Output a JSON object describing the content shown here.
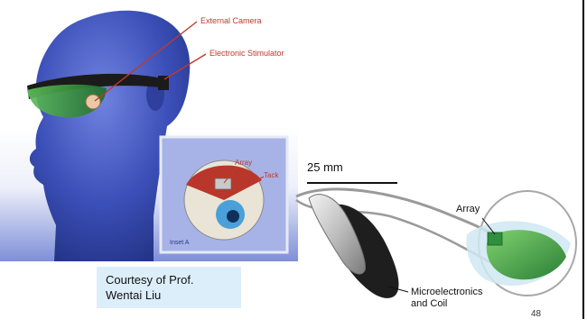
{
  "figure_left": {
    "labels": {
      "external_camera": "External Camera",
      "electronic_stimulator": "Electronic Stimulator",
      "array": "Array",
      "tack": "Tack",
      "inset": "Inset A"
    },
    "credit": {
      "line1": "Courtesy of Prof.",
      "line2": "Wentai Liu"
    }
  },
  "figure_right": {
    "scale": "25 mm",
    "labels": {
      "array": "Array",
      "microelectronics_line1": "Microelectronics",
      "microelectronics_line2": "and Coil"
    }
  },
  "page_number": "48",
  "colors": {
    "head_blue": "#3b4fb8",
    "background_gradient_top": "#ffffff",
    "background_gradient_bottom": "#7e8fd8",
    "goggle_green": "#2f8a3b",
    "label_red": "#c0392b",
    "credit_bg": "#ddeefb"
  }
}
